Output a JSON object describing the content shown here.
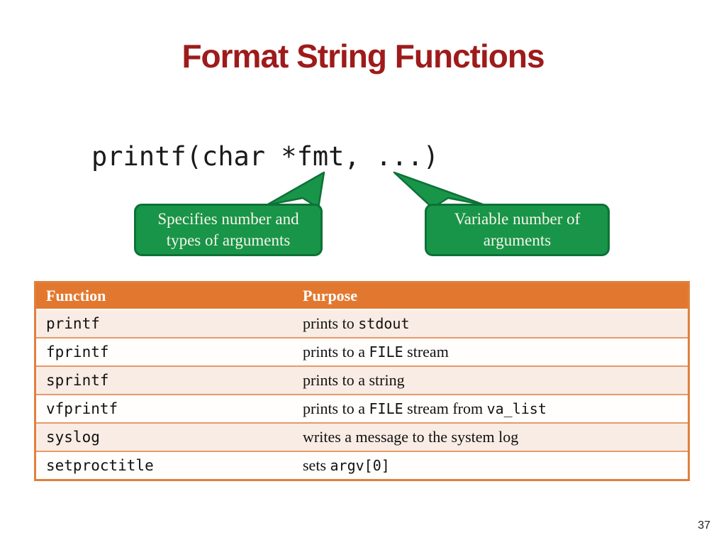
{
  "slide": {
    "title": "Format String Functions",
    "code": "printf(char *fmt, ...)",
    "page_number": "37"
  },
  "callouts": {
    "left": {
      "line1": "Specifies number and",
      "line2": "types of arguments"
    },
    "right": {
      "line1": "Variable number of",
      "line2": "arguments"
    }
  },
  "table": {
    "headers": {
      "function": "Function",
      "purpose": "Purpose"
    },
    "rows": [
      {
        "function": "printf",
        "purpose": [
          {
            "t": "prints to "
          },
          {
            "t": "stdout"
          }
        ]
      },
      {
        "function": "fprintf",
        "purpose": [
          {
            "t": "prints to a "
          },
          {
            "t": "FILE"
          },
          {
            "t": " stream"
          }
        ]
      },
      {
        "function": "sprintf",
        "purpose": [
          {
            "t": "prints to a string"
          }
        ]
      },
      {
        "function": "vfprintf",
        "purpose": [
          {
            "t": "prints to a "
          },
          {
            "t": "FILE"
          },
          {
            "t": " stream from "
          },
          {
            "t": "va_list"
          }
        ]
      },
      {
        "function": "syslog",
        "purpose": [
          {
            "t": "writes a message to the system log"
          }
        ]
      },
      {
        "function": "setproctitle",
        "purpose": [
          {
            "t": "sets "
          },
          {
            "t": "argv[0]"
          }
        ]
      }
    ]
  },
  "colors": {
    "title_red": "#9E1B1B",
    "callout_green": "#189548",
    "callout_border_green": "#0D7137",
    "header_orange": "#E2782F",
    "row_pink": "#F9ECE4",
    "table_border_orange": "#E0803E"
  }
}
